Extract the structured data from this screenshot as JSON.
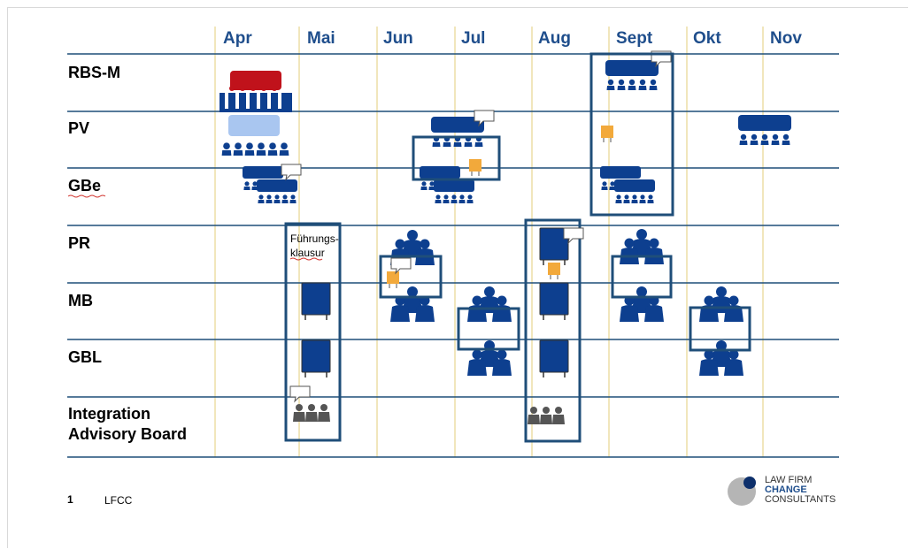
{
  "months": [
    "Apr",
    "Mai",
    "Jun",
    "Jul",
    "Aug",
    "Sept",
    "Okt",
    "Nov"
  ],
  "rows": [
    "RBS-M",
    "PV",
    "GBe",
    "PR",
    "MB",
    "GBL"
  ],
  "last_row": {
    "line1": "Integration",
    "line2": "Advisory Board"
  },
  "fuehrung": {
    "line1": "Führungs-",
    "line2": "klausur"
  },
  "footer": {
    "page": "1",
    "company": "LFCC"
  },
  "logo": {
    "line1": "LAW FIRM",
    "line2": "CHANGE",
    "line3": "CONSULTANTS"
  },
  "colors": {
    "navy": "#0d3f8f",
    "grid": "#1f4e79",
    "red": "#c0121b",
    "light": "#a9c6f0",
    "orange": "#f2a93b",
    "gray": "#555555",
    "vline": "#e3cc7a"
  }
}
